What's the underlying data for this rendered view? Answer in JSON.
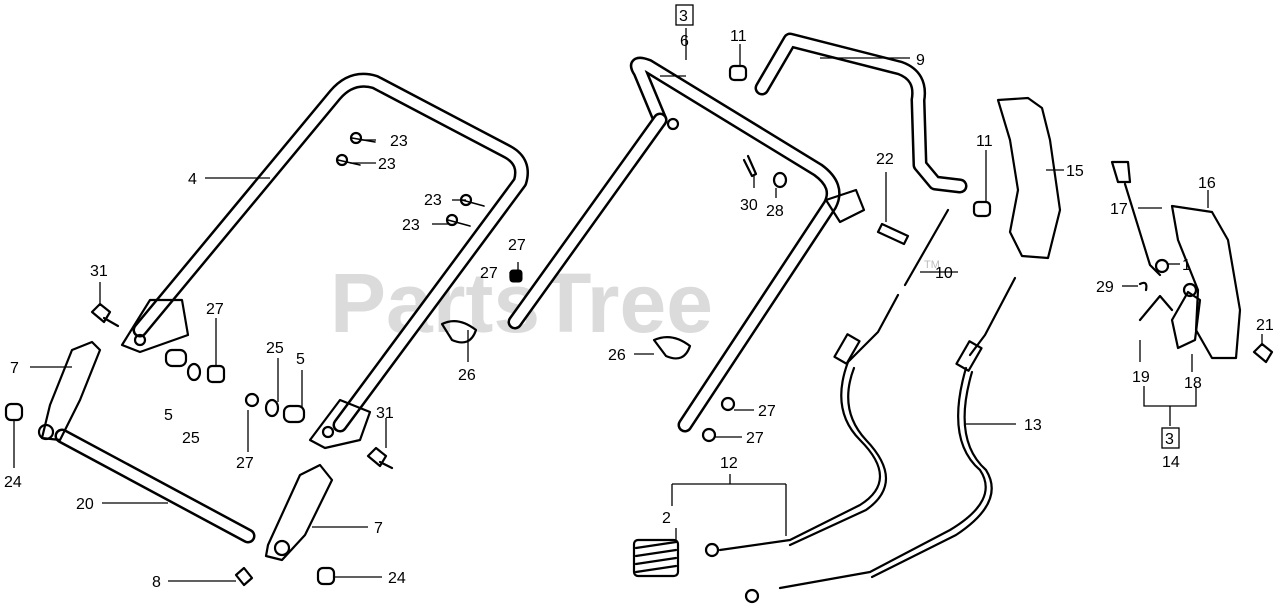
{
  "watermark": {
    "text": "PartsTree",
    "trademark": "TM"
  },
  "callouts": {
    "c1": "1",
    "c2": "2",
    "c3_top": "3",
    "c3_bottom": "3",
    "c4": "4",
    "c5a": "5",
    "c5b": "5",
    "c6": "6",
    "c7a": "7",
    "c7b": "7",
    "c8": "8",
    "c9": "9",
    "c10": "10",
    "c11a": "11",
    "c11b": "11",
    "c12": "12",
    "c13": "13",
    "c14": "14",
    "c15": "15",
    "c16": "16",
    "c17": "17",
    "c18": "18",
    "c19": "19",
    "c20": "20",
    "c21": "21",
    "c22": "22",
    "c23a": "23",
    "c23b": "23",
    "c23c": "23",
    "c23d": "23",
    "c24a": "24",
    "c24b": "24",
    "c25a": "25",
    "c25b": "25",
    "c26a": "26",
    "c26b": "26",
    "c27a": "27",
    "c27b": "27",
    "c27c": "27",
    "c27d": "27",
    "c27e": "27",
    "c27f": "27",
    "c28": "28",
    "c29": "29",
    "c30": "30",
    "c31a": "31",
    "c31b": "31"
  }
}
